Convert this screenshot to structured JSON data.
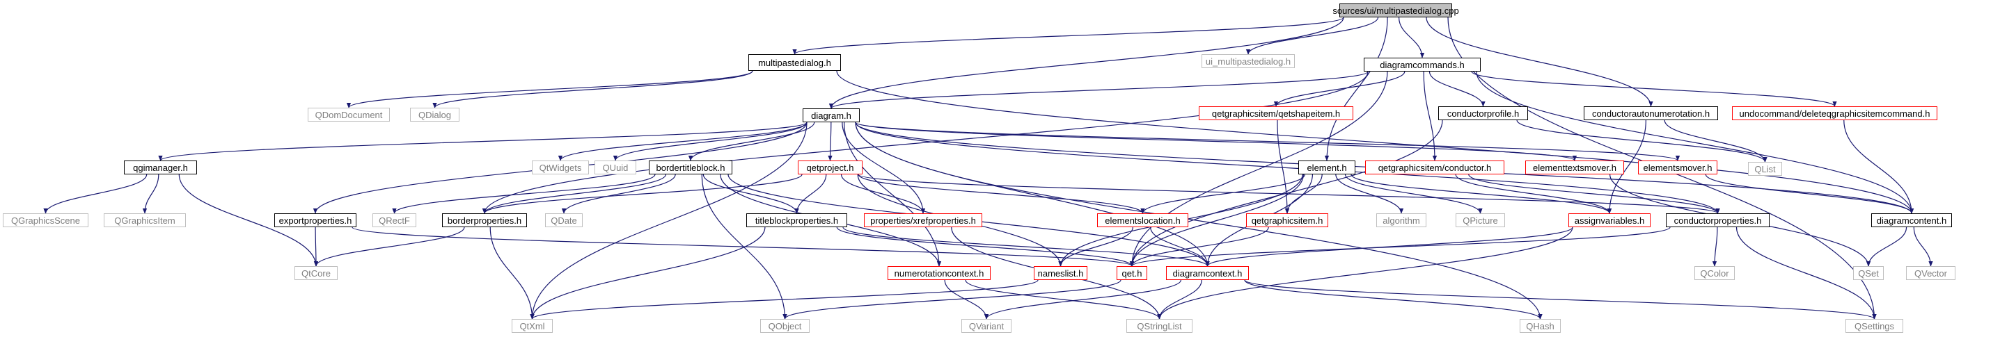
{
  "colors": {
    "edge": "#191970",
    "normal_border": "#000000",
    "truncated_border": "#ff0000",
    "external_border": "#bfbfbf",
    "external_text": "#7f7f7f",
    "root_fill": "#bfbfbf"
  },
  "nodes": [
    {
      "id": "root",
      "label": "sources/ui/multipastedialog.cpp",
      "style": "root"
    },
    {
      "id": "mpd_h",
      "label": "multipastedialog.h",
      "style": "normal"
    },
    {
      "id": "ui_mpd",
      "label": "ui_multipastedialog.h",
      "style": "external"
    },
    {
      "id": "diagcmd",
      "label": "diagramcommands.h",
      "style": "normal"
    },
    {
      "id": "cautonum",
      "label": "conductorautonumerotation.h",
      "style": "normal"
    },
    {
      "id": "undodel",
      "label": "undocommand/deleteqgraphicsitemcommand.h",
      "style": "truncated"
    },
    {
      "id": "qdomdoc",
      "label": "QDomDocument",
      "style": "external"
    },
    {
      "id": "qdialog",
      "label": "QDialog",
      "style": "external"
    },
    {
      "id": "diagram_h",
      "label": "diagram.h",
      "style": "normal"
    },
    {
      "id": "qetshape",
      "label": "qetgraphicsitem/qetshapeitem.h",
      "style": "truncated"
    },
    {
      "id": "condprof",
      "label": "conductorprofile.h",
      "style": "normal"
    },
    {
      "id": "qgimgr",
      "label": "qgimanager.h",
      "style": "normal"
    },
    {
      "id": "qtwidgets",
      "label": "QtWidgets",
      "style": "external"
    },
    {
      "id": "quuid",
      "label": "QUuid",
      "style": "external"
    },
    {
      "id": "btb",
      "label": "bordertitleblock.h",
      "style": "normal"
    },
    {
      "id": "qetproj",
      "label": "qetproject.h",
      "style": "truncated"
    },
    {
      "id": "element_h",
      "label": "element.h",
      "style": "normal"
    },
    {
      "id": "qgconductor",
      "label": "qetgraphicsitem/conductor.h",
      "style": "truncated"
    },
    {
      "id": "eltxtmover",
      "label": "elementtextsmover.h",
      "style": "truncated"
    },
    {
      "id": "elmover",
      "label": "elementsmover.h",
      "style": "truncated"
    },
    {
      "id": "qlist",
      "label": "QList",
      "style": "external"
    },
    {
      "id": "qgscene",
      "label": "QGraphicsScene",
      "style": "external"
    },
    {
      "id": "qgitem",
      "label": "QGraphicsItem",
      "style": "external"
    },
    {
      "id": "exportprops",
      "label": "exportproperties.h",
      "style": "normal"
    },
    {
      "id": "qrectf",
      "label": "QRectF",
      "style": "external"
    },
    {
      "id": "borderprops",
      "label": "borderproperties.h",
      "style": "normal"
    },
    {
      "id": "qdate",
      "label": "QDate",
      "style": "external"
    },
    {
      "id": "tbprops",
      "label": "titleblockproperties.h",
      "style": "normal"
    },
    {
      "id": "xrefprops",
      "label": "properties/xrefproperties.h",
      "style": "truncated"
    },
    {
      "id": "elloc",
      "label": "elementslocation.h",
      "style": "truncated"
    },
    {
      "id": "qetgitem",
      "label": "qetgraphicsitem.h",
      "style": "truncated"
    },
    {
      "id": "algorithm",
      "label": "algorithm",
      "style": "external"
    },
    {
      "id": "qpicture",
      "label": "QPicture",
      "style": "external"
    },
    {
      "id": "assignvars",
      "label": "assignvariables.h",
      "style": "truncated"
    },
    {
      "id": "condprops",
      "label": "conductorproperties.h",
      "style": "normal"
    },
    {
      "id": "diagcontent",
      "label": "diagramcontent.h",
      "style": "normal"
    },
    {
      "id": "qtcore",
      "label": "QtCore",
      "style": "external"
    },
    {
      "id": "numctx",
      "label": "numerotationcontext.h",
      "style": "truncated"
    },
    {
      "id": "nameslist",
      "label": "nameslist.h",
      "style": "truncated"
    },
    {
      "id": "qet_h",
      "label": "qet.h",
      "style": "truncated"
    },
    {
      "id": "diagctx",
      "label": "diagramcontext.h",
      "style": "truncated"
    },
    {
      "id": "qcolor",
      "label": "QColor",
      "style": "external"
    },
    {
      "id": "qset",
      "label": "QSet",
      "style": "external"
    },
    {
      "id": "qvector",
      "label": "QVector",
      "style": "external"
    },
    {
      "id": "qxml",
      "label": "QtXml",
      "style": "external"
    },
    {
      "id": "qobject",
      "label": "QObject",
      "style": "external"
    },
    {
      "id": "qvariant",
      "label": "QVariant",
      "style": "external"
    },
    {
      "id": "qstringlist",
      "label": "QStringList",
      "style": "external"
    },
    {
      "id": "qhash",
      "label": "QHash",
      "style": "external"
    },
    {
      "id": "qsettings",
      "label": "QSettings",
      "style": "external"
    }
  ],
  "edges": [
    [
      "root",
      "mpd_h"
    ],
    [
      "root",
      "ui_mpd"
    ],
    [
      "root",
      "diagcmd"
    ],
    [
      "root",
      "diagram_h"
    ],
    [
      "root",
      "element_h"
    ],
    [
      "root",
      "cautonum"
    ],
    [
      "root",
      "qsettings"
    ],
    [
      "mpd_h",
      "qdomdoc"
    ],
    [
      "mpd_h",
      "qdialog"
    ],
    [
      "mpd_h",
      "diagcontent"
    ],
    [
      "diagcmd",
      "diagram_h"
    ],
    [
      "diagcmd",
      "borderprops"
    ],
    [
      "diagcmd",
      "qetshape"
    ],
    [
      "diagcmd",
      "condprof"
    ],
    [
      "diagcmd",
      "qgconductor"
    ],
    [
      "diagcmd",
      "undodel"
    ],
    [
      "diagcmd",
      "diagcontent"
    ],
    [
      "diagcmd",
      "qet_h"
    ],
    [
      "cautonum",
      "qlist"
    ],
    [
      "cautonum",
      "assignvars"
    ],
    [
      "undodel",
      "diagcontent"
    ],
    [
      "diagram_h",
      "qgimgr"
    ],
    [
      "diagram_h",
      "qtwidgets"
    ],
    [
      "diagram_h",
      "quuid"
    ],
    [
      "diagram_h",
      "btb"
    ],
    [
      "diagram_h",
      "qetproj"
    ],
    [
      "diagram_h",
      "exportprops"
    ],
    [
      "diagram_h",
      "xrefprops"
    ],
    [
      "diagram_h",
      "eltxtmover"
    ],
    [
      "diagram_h",
      "elmover"
    ],
    [
      "diagram_h",
      "diagcontent"
    ],
    [
      "diagram_h",
      "condprops"
    ],
    [
      "diagram_h",
      "numctx"
    ],
    [
      "diagram_h",
      "qxml"
    ],
    [
      "diagram_h",
      "diagctx"
    ],
    [
      "diagram_h",
      "qhash"
    ],
    [
      "qetshape",
      "qetgitem"
    ],
    [
      "condprof",
      "qet_h"
    ],
    [
      "condprof",
      "qlist"
    ],
    [
      "qgimgr",
      "qgscene"
    ],
    [
      "qgimgr",
      "qgitem"
    ],
    [
      "qgimgr",
      "qtcore"
    ],
    [
      "btb",
      "qrectf"
    ],
    [
      "btb",
      "qdate"
    ],
    [
      "btb",
      "borderprops"
    ],
    [
      "btb",
      "tbprops"
    ],
    [
      "btb",
      "qobject"
    ],
    [
      "btb",
      "numctx"
    ],
    [
      "btb",
      "diagctx"
    ],
    [
      "qetproj",
      "borderprops"
    ],
    [
      "qetproj",
      "tbprops"
    ],
    [
      "qetproj",
      "xrefprops"
    ],
    [
      "qetproj",
      "elloc"
    ],
    [
      "qetproj",
      "condprops"
    ],
    [
      "qetproj",
      "nameslist"
    ],
    [
      "element_h",
      "elloc"
    ],
    [
      "element_h",
      "qetgitem"
    ],
    [
      "element_h",
      "algorithm"
    ],
    [
      "element_h",
      "qpicture"
    ],
    [
      "element_h",
      "assignvars"
    ],
    [
      "element_h",
      "diagctx"
    ],
    [
      "element_h",
      "nameslist"
    ],
    [
      "element_h",
      "qet_h"
    ],
    [
      "qgconductor",
      "condprops"
    ],
    [
      "qgconductor",
      "assignvars"
    ],
    [
      "eltxtmover",
      "qset"
    ],
    [
      "elmover",
      "diagcontent"
    ],
    [
      "exportprops",
      "qtcore"
    ],
    [
      "exportprops",
      "qet_h"
    ],
    [
      "borderprops",
      "qtcore"
    ],
    [
      "borderprops",
      "qxml"
    ],
    [
      "tbprops",
      "qet_h"
    ],
    [
      "tbprops",
      "diagctx"
    ],
    [
      "tbprops",
      "qxml"
    ],
    [
      "xrefprops",
      "qstringlist"
    ],
    [
      "elloc",
      "nameslist"
    ],
    [
      "elloc",
      "diagctx"
    ],
    [
      "qetgitem",
      "qet_h"
    ],
    [
      "assignvars",
      "diagctx"
    ],
    [
      "assignvars",
      "qstringlist"
    ],
    [
      "condprops",
      "qcolor"
    ],
    [
      "condprops",
      "qsettings"
    ],
    [
      "condprops",
      "qet_h"
    ],
    [
      "diagcontent",
      "qset"
    ],
    [
      "diagcontent",
      "qvector"
    ],
    [
      "numctx",
      "qvariant"
    ],
    [
      "numctx",
      "qstringlist"
    ],
    [
      "nameslist",
      "qxml"
    ],
    [
      "qet_h",
      "qobject"
    ],
    [
      "diagctx",
      "qvariant"
    ],
    [
      "diagctx",
      "qstringlist"
    ],
    [
      "diagctx",
      "qhash"
    ],
    [
      "diagctx",
      "qsettings"
    ]
  ]
}
